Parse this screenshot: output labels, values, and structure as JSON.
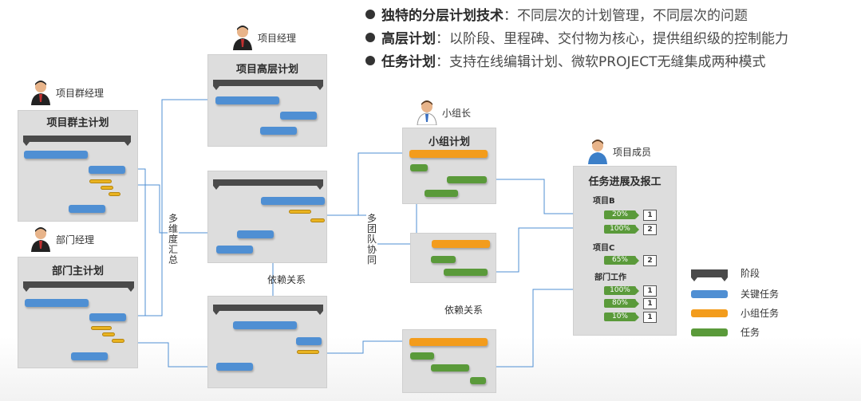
{
  "bullets": [
    {
      "head": "独特的分层计划技术",
      "text": "：不同层次的计划管理，不同层次的问题"
    },
    {
      "head": "高层计划",
      "text": "：以阶段、里程碑、交付物为核心，提供组织级的控制能力"
    },
    {
      "head": "任务计划",
      "text": "：支持在线编辑计划、微软PROJECT无缝集成两种模式"
    }
  ],
  "roles": {
    "program_manager": "项目群经理",
    "dept_manager": "部门经理",
    "project_manager": "项目经理",
    "team_leader": "小组长",
    "member": "项目成员"
  },
  "panels": {
    "program_plan": "项目群主计划",
    "dept_plan": "部门主计划",
    "high_plan": "项目高层计划",
    "team_plan": "小组计划",
    "progress": "任务进展及报工"
  },
  "connectors": {
    "multi_dim": "多维度汇总",
    "multi_team": "多团队协同",
    "dependency_1": "依赖关系",
    "dependency_2": "依赖关系"
  },
  "progress": {
    "project_b": "项目B",
    "project_c": "项目C",
    "dept_work": "部门工作",
    "rows": [
      {
        "pct": "20%",
        "num": "1"
      },
      {
        "pct": "100%",
        "num": "2"
      },
      {
        "pct": "65%",
        "num": "2"
      },
      {
        "pct": "100%",
        "num": "1"
      },
      {
        "pct": "80%",
        "num": "1"
      },
      {
        "pct": "10%",
        "num": "1"
      }
    ]
  },
  "legend": {
    "phase": "阶段",
    "key_task": "关键任务",
    "team_task": "小组任务",
    "task": "任务"
  },
  "colors": {
    "key_task": "#4f8fd3",
    "team_task": "#f39c1c",
    "task": "#5a9a3a",
    "phase": "#4a4a4a",
    "panel": "#dddddd",
    "connector": "#4f8fd3"
  }
}
